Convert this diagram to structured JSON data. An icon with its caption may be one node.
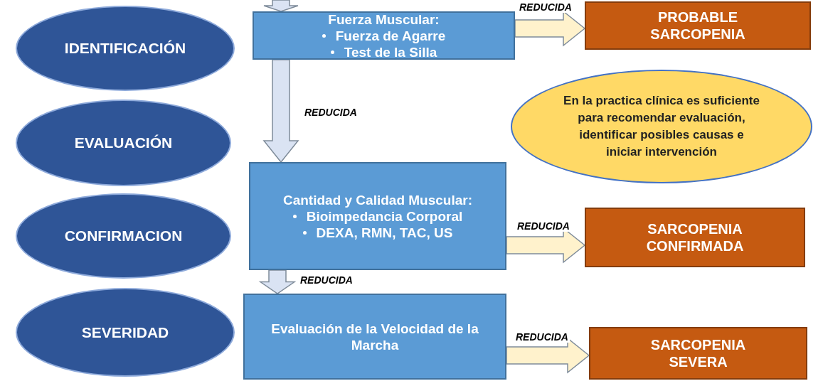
{
  "diagram": {
    "nodes": [
      {
        "text": [
          "IDENTIFICACIÓN"
        ]
      },
      {
        "text": [
          "EVALUACIÓN"
        ]
      },
      {
        "text": [
          "CONFIRMACION"
        ]
      },
      {
        "text": [
          "SEVERIDAD"
        ]
      },
      {
        "text": [
          "Fuerza Muscular:",
          "Fuerza de Agarre",
          "Test de la Silla"
        ]
      },
      {
        "text": [
          "PROBABLE SARCOPENIA"
        ]
      },
      {
        "text": [
          "En la practica clínica es suficiente para recomendar evaluación, identificar posibles causas e iniciar intervención"
        ]
      },
      {
        "text": [
          "Cantidad y Calidad Muscular:",
          "Bioimpedancia Corporal",
          "DEXA, RMN, TAC, US"
        ]
      },
      {
        "text": [
          "SARCOPENIA CONFIRMADA"
        ]
      },
      {
        "text": [
          "Evaluación de la Velocidad de la Marcha"
        ]
      },
      {
        "text": [
          "SARCOPENIA SEVERA"
        ]
      }
    ],
    "edges": [
      {
        "from": null,
        "to": 4,
        "arrow": "to"
      },
      {
        "from": 4,
        "to": 5,
        "arrow": "to",
        "label": "REDUCIDA"
      },
      {
        "from": 4,
        "to": 7,
        "arrow": "to",
        "label": "REDUCIDA"
      },
      {
        "from": 7,
        "to": 8,
        "arrow": "to",
        "label": "REDUCIDA"
      },
      {
        "from": 7,
        "to": 9,
        "arrow": "to",
        "label": "REDUCIDA"
      },
      {
        "from": 9,
        "to": 10,
        "arrow": "to",
        "label": "REDUCIDA"
      }
    ]
  }
}
